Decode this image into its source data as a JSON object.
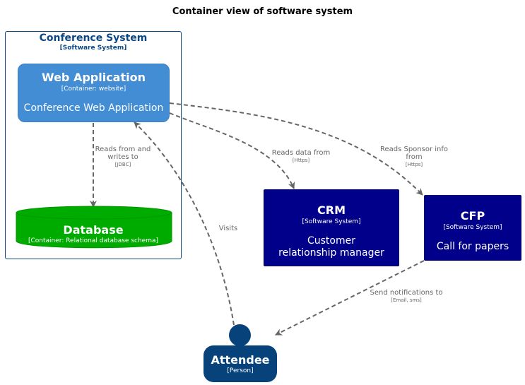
{
  "title": "Container view of software system",
  "boundary": {
    "title": "Conference System",
    "type": "[Software System]"
  },
  "nodes": {
    "webapp": {
      "title": "Web Application",
      "type": "[Container: website]",
      "desc": "Conference Web Application"
    },
    "database": {
      "title": "Database",
      "type": "[Container: Relational database schema]"
    },
    "crm": {
      "title": "CRM",
      "type": "[Software System]",
      "desc": "Customer relationship manager"
    },
    "cfp": {
      "title": "CFP",
      "type": "[Software System]",
      "desc": "Call for papers"
    },
    "attendee": {
      "title": "Attendee",
      "type": "[Person]"
    }
  },
  "edges": {
    "web_db": {
      "label": "Reads from and writes to",
      "tech": "[JDBC]"
    },
    "web_crm": {
      "label": "Reads data from",
      "tech": "[Https]"
    },
    "web_cfp": {
      "label": "Reads Sponsor info from",
      "tech": "[Https]"
    },
    "att_web": {
      "label": "Visits"
    },
    "cfp_att": {
      "label": "Send notifications to",
      "tech": "[Email, sms]"
    }
  },
  "colors": {
    "container": "#438dd5",
    "database": "#00ab00",
    "external_system": "#00008b",
    "person": "#08427b",
    "boundary": "#0b4884",
    "arrow": "#666666"
  }
}
